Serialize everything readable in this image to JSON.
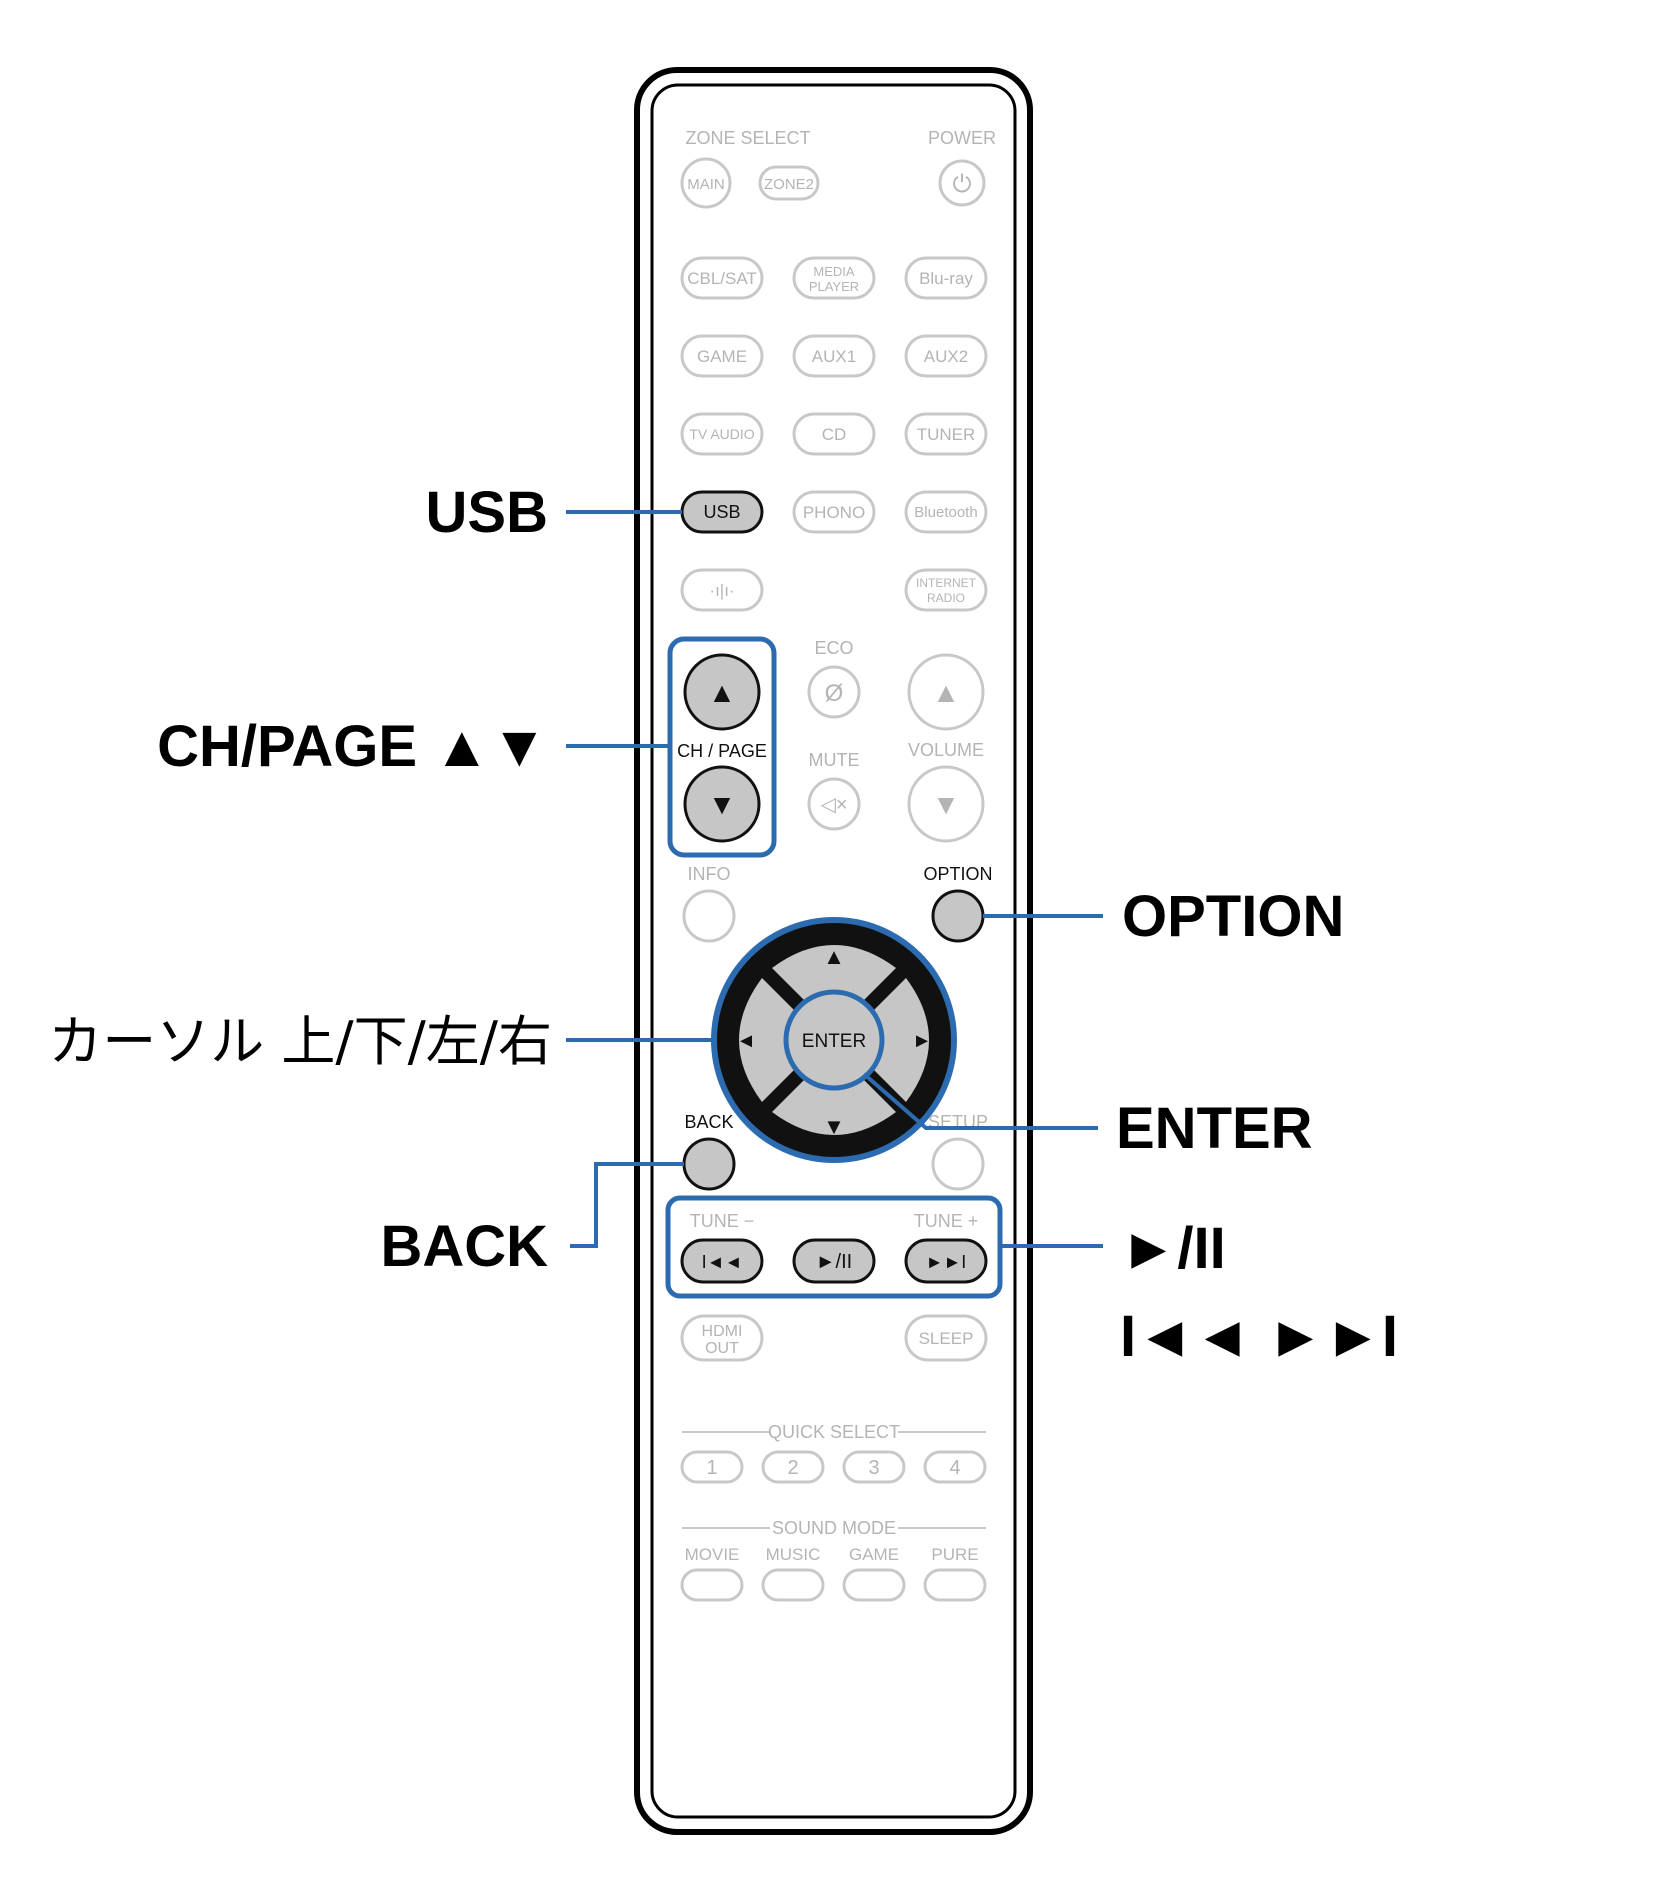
{
  "callouts": {
    "usb": "USB",
    "ch_page": "CH/PAGE ▲▼",
    "cursor": "カーソル 上/下/左/右",
    "back": "BACK",
    "option": "OPTION",
    "enter": "ENTER",
    "play_pause": "►/II",
    "skip": "I◄◄ ►►I"
  },
  "remote": {
    "zone_select": "ZONE SELECT",
    "power": "POWER",
    "main": "MAIN",
    "zone2": "ZONE2",
    "power_glyph": "⏻",
    "sources": {
      "cbl_sat": "CBL/SAT",
      "media_player_1": "MEDIA",
      "media_player_2": "PLAYER",
      "bluray": "Blu-ray",
      "game": "GAME",
      "aux1": "AUX1",
      "aux2": "AUX2",
      "tv_audio": "TV AUDIO",
      "cd": "CD",
      "tuner": "TUNER",
      "usb": "USB",
      "phono": "PHONO",
      "bluetooth": "Bluetooth",
      "heos_glyph": "·ı|ı·",
      "internet_radio_1": "INTERNET",
      "internet_radio_2": "RADIO"
    },
    "eco": "ECO",
    "eco_glyph": "Ø",
    "ch_page": "CH / PAGE",
    "mute": "MUTE",
    "mute_glyph": "◁×",
    "volume": "VOLUME",
    "up_glyph": "▲",
    "down_glyph": "▼",
    "left_glyph": "◄",
    "right_glyph": "►",
    "info": "INFO",
    "option": "OPTION",
    "enter": "ENTER",
    "back": "BACK",
    "setup": "SETUP",
    "tune_minus": "TUNE −",
    "tune_plus": "TUNE +",
    "prev_glyph": "I◄◄",
    "play_glyph": "►/II",
    "next_glyph": "►►I",
    "hdmi_out_1": "HDMI",
    "hdmi_out_2": "OUT",
    "sleep": "SLEEP",
    "quick_select": "QUICK SELECT",
    "quick": [
      "1",
      "2",
      "3",
      "4"
    ],
    "sound_mode": "SOUND MODE",
    "modes": [
      "MOVIE",
      "MUSIC",
      "GAME",
      "PURE"
    ]
  },
  "colors": {
    "highlight_blue": "#2d6bb0",
    "pressed_button": "#c6c6c6",
    "faint_outline": "#c8c8c8"
  }
}
